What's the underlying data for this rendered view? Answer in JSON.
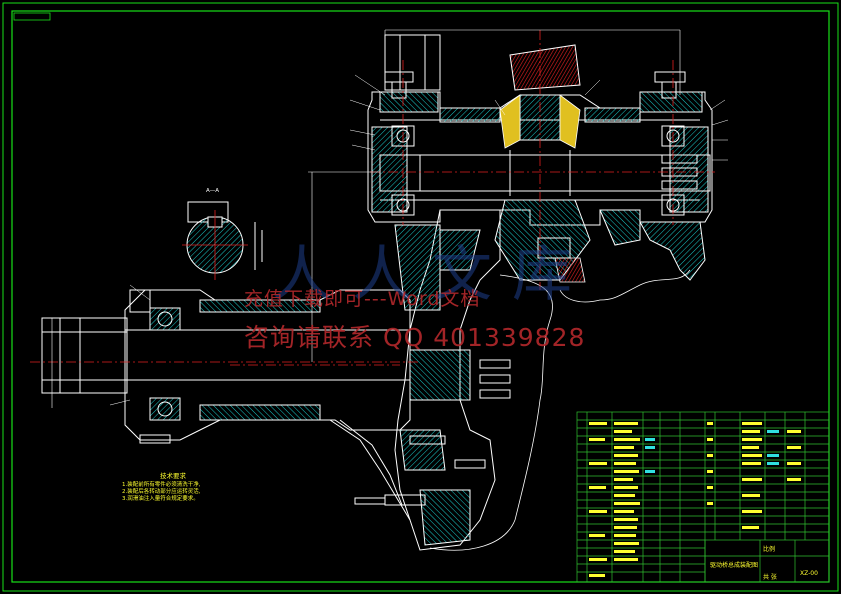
{
  "watermark": {
    "line1": "充值下载即可---Word文档",
    "line2": "咨询请联系 QQ 401339828",
    "logo": "人人文库"
  },
  "section_label": "A—A",
  "tech_notes": {
    "title": "技术要求",
    "lines": [
      "1.装配前所有零件必须清洗干净,",
      "2.装配后各转动部分应运转灵活,",
      "3.润滑油注入量符合规定要求。"
    ]
  },
  "title_block": {
    "drawing_title": "驱动桥总成装配图",
    "scale_label": "比例",
    "sheet_label": "共 张",
    "code": "XZ-00"
  },
  "colors": {
    "frame": "#18e018",
    "outline": "#ffffff",
    "hatch": "#19c8c8",
    "center": "#e02020",
    "part": "#e0a020",
    "table": "#30c030",
    "table_text": "#ffff30",
    "cyan_mark": "#30e0e0"
  }
}
